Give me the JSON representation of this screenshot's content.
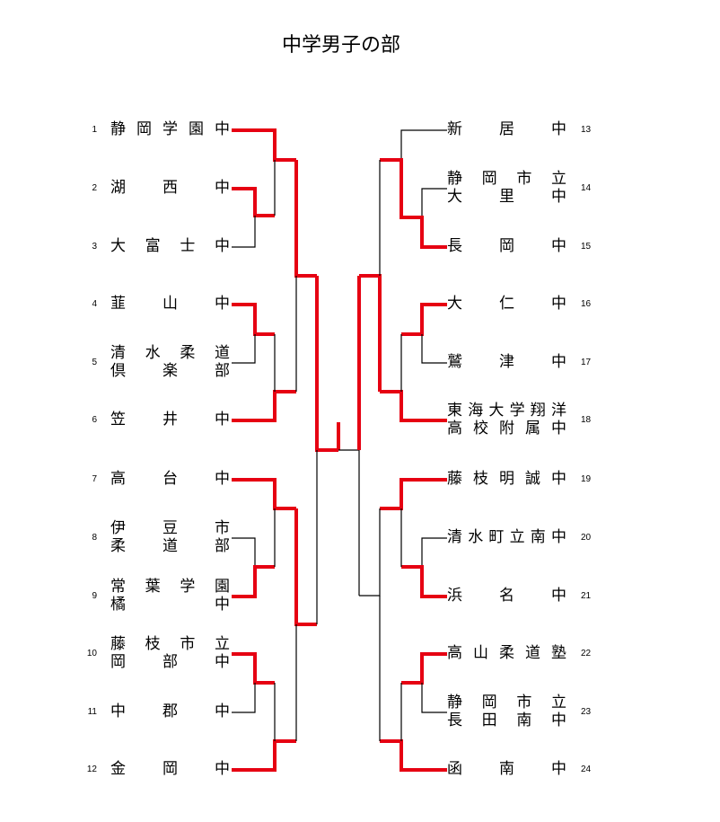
{
  "title": "中学男子の部",
  "colors": {
    "winner": "#e60012",
    "line": "#000000"
  },
  "left_entries": [
    {
      "seed": "1",
      "lines": [
        "静岡学園中"
      ]
    },
    {
      "seed": "2",
      "lines": [
        "湖西中"
      ]
    },
    {
      "seed": "3",
      "lines": [
        "大富士中"
      ]
    },
    {
      "seed": "4",
      "lines": [
        "韮山中"
      ]
    },
    {
      "seed": "5",
      "lines": [
        "清水柔道",
        "倶楽部"
      ]
    },
    {
      "seed": "6",
      "lines": [
        "笠井中"
      ]
    },
    {
      "seed": "7",
      "lines": [
        "高台中"
      ]
    },
    {
      "seed": "8",
      "lines": [
        "伊豆市",
        "柔道部"
      ]
    },
    {
      "seed": "9",
      "lines": [
        "常葉学園",
        "橘中"
      ]
    },
    {
      "seed": "10",
      "lines": [
        "藤枝市立",
        "岡部中"
      ]
    },
    {
      "seed": "11",
      "lines": [
        "中郡中"
      ]
    },
    {
      "seed": "12",
      "lines": [
        "金岡中"
      ]
    }
  ],
  "right_entries": [
    {
      "seed": "13",
      "lines": [
        "新居中"
      ]
    },
    {
      "seed": "14",
      "lines": [
        "静岡市立",
        "大里中"
      ]
    },
    {
      "seed": "15",
      "lines": [
        "長岡中"
      ]
    },
    {
      "seed": "16",
      "lines": [
        "大仁中"
      ]
    },
    {
      "seed": "17",
      "lines": [
        "鷲津中"
      ]
    },
    {
      "seed": "18",
      "lines": [
        "東海大学翔洋",
        "高校附属中"
      ]
    },
    {
      "seed": "19",
      "lines": [
        "藤枝明誠中"
      ]
    },
    {
      "seed": "20",
      "lines": [
        "清水町立南中"
      ]
    },
    {
      "seed": "21",
      "lines": [
        "浜名中"
      ]
    },
    {
      "seed": "22",
      "lines": [
        "高山柔道塾"
      ]
    },
    {
      "seed": "23",
      "lines": [
        "静岡市立",
        "長田南中"
      ]
    },
    {
      "seed": "24",
      "lines": [
        "函南中"
      ]
    }
  ]
}
